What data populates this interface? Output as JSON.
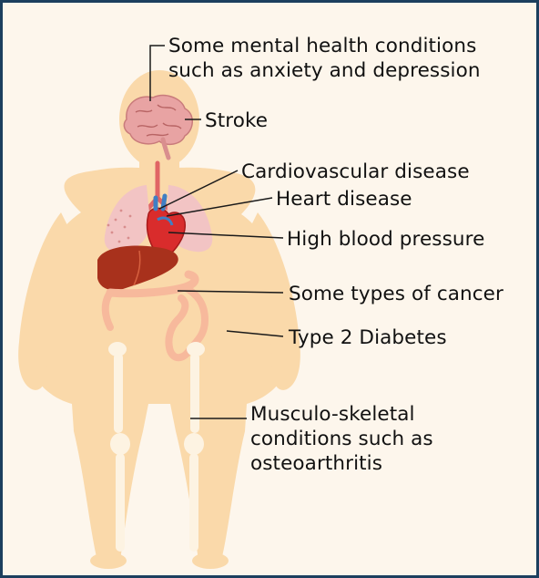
{
  "labels": {
    "mental_health": [
      "Some mental health conditions",
      "such as anxiety and depression"
    ],
    "stroke": "Stroke",
    "cardiovascular": "Cardiovascular disease",
    "heart_disease": "Heart disease",
    "high_bp": "High blood pressure",
    "cancer": "Some types of cancer",
    "diabetes": "Type 2 Diabetes",
    "musculo": [
      "Musculo-skeletal",
      "conditions such as",
      "osteoarthritis"
    ]
  },
  "colors": {
    "frame": "#1c3f5e",
    "background": "#fdf6ec",
    "body": "#fad9aa",
    "bone": "#fdf3e2",
    "brain": "#e8a3a3",
    "lungs": "#f2c4c4",
    "heart": "#d92c2c",
    "liver": "#a8311c",
    "intestine": "#f7b99c",
    "leader": "#1a1a1a"
  }
}
